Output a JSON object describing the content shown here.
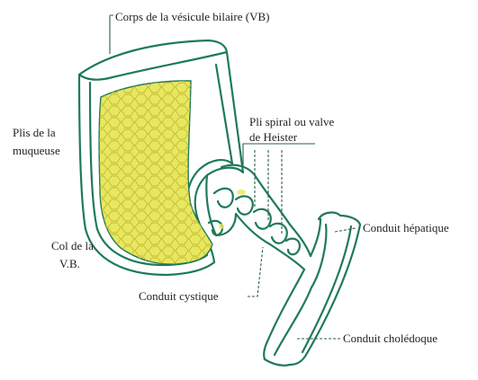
{
  "colors": {
    "outline": "#1f7a5a",
    "mucosa_fill": "#e7e85f",
    "mucosa_cells": "#c6b936",
    "leader": "#2c5f4c",
    "text": "#222222"
  },
  "labels": {
    "body": "Corps de la vésicule bilaire (VB)",
    "folds_line1": "Plis de la",
    "folds_line2": "muqueuse",
    "valve_line1": "Pli spiral ou valve",
    "valve_line2": "de Heister",
    "neck_line1": "Col de la",
    "neck_line2": "V.B.",
    "cystic": "Conduit cystique",
    "hepatic": "Conduit hépatique",
    "common": "Conduit cholédoque"
  }
}
